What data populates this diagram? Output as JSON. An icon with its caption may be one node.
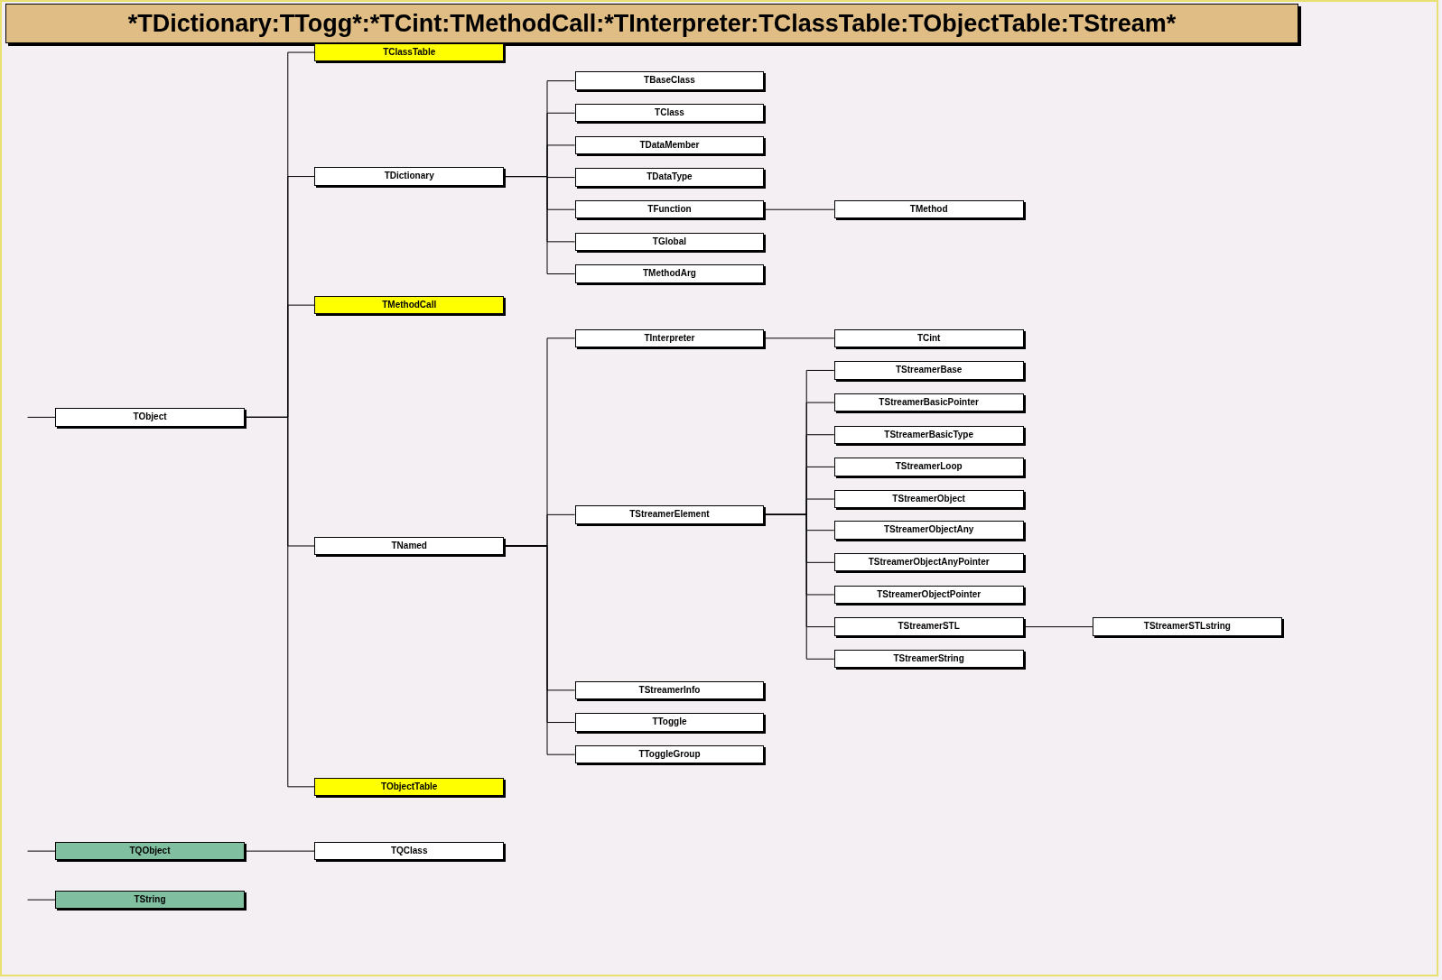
{
  "diagram": {
    "title": "*TDictionary:TTogg*:*TCint:TMethodCall:*TInterpreter:TClassTable:TObjectTable:TStream*",
    "nodes": [
      {
        "text": [
          "TObject"
        ]
      },
      {
        "text": [
          "TClassTable"
        ]
      },
      {
        "text": [
          "TDictionary"
        ]
      },
      {
        "text": [
          "TBaseClass"
        ]
      },
      {
        "text": [
          "TClass"
        ]
      },
      {
        "text": [
          "TDataMember"
        ]
      },
      {
        "text": [
          "TDataType"
        ]
      },
      {
        "text": [
          "TFunction"
        ]
      },
      {
        "text": [
          "TMethod"
        ]
      },
      {
        "text": [
          "TGlobal"
        ]
      },
      {
        "text": [
          "TMethodArg"
        ]
      },
      {
        "text": [
          "TMethodCall"
        ]
      },
      {
        "text": [
          "TNamed"
        ]
      },
      {
        "text": [
          "TInterpreter"
        ]
      },
      {
        "text": [
          "TCint"
        ]
      },
      {
        "text": [
          "TStreamerElement"
        ]
      },
      {
        "text": [
          "TStreamerBase"
        ]
      },
      {
        "text": [
          "TStreamerBasicPointer"
        ]
      },
      {
        "text": [
          "TStreamerBasicType"
        ]
      },
      {
        "text": [
          "TStreamerLoop"
        ]
      },
      {
        "text": [
          "TStreamerObject"
        ]
      },
      {
        "text": [
          "TStreamerObjectAny"
        ]
      },
      {
        "text": [
          "TStreamerObjectAnyPointer"
        ]
      },
      {
        "text": [
          "TStreamerObjectPointer"
        ]
      },
      {
        "text": [
          "TStreamerSTL"
        ]
      },
      {
        "text": [
          "TStreamerSTLstring"
        ]
      },
      {
        "text": [
          "TStreamerString"
        ]
      },
      {
        "text": [
          "TStreamerInfo"
        ]
      },
      {
        "text": [
          "TToggle"
        ]
      },
      {
        "text": [
          "TToggleGroup"
        ]
      },
      {
        "text": [
          "TObjectTable"
        ]
      },
      {
        "text": [
          "TQObject"
        ]
      },
      {
        "text": [
          "TQClass"
        ]
      },
      {
        "text": [
          "TString"
        ]
      }
    ],
    "edges": [
      {
        "from": null,
        "to": 0,
        "arrow": "none"
      },
      {
        "from": 0,
        "to": 1,
        "arrow": "none"
      },
      {
        "from": 0,
        "to": 2,
        "arrow": "none"
      },
      {
        "from": 0,
        "to": 11,
        "arrow": "none"
      },
      {
        "from": 0,
        "to": 12,
        "arrow": "none"
      },
      {
        "from": 0,
        "to": 30,
        "arrow": "none"
      },
      {
        "from": 2,
        "to": 3,
        "arrow": "none"
      },
      {
        "from": 2,
        "to": 4,
        "arrow": "none"
      },
      {
        "from": 2,
        "to": 5,
        "arrow": "none"
      },
      {
        "from": 2,
        "to": 6,
        "arrow": "none"
      },
      {
        "from": 2,
        "to": 7,
        "arrow": "none"
      },
      {
        "from": 2,
        "to": 9,
        "arrow": "none"
      },
      {
        "from": 2,
        "to": 10,
        "arrow": "none"
      },
      {
        "from": 7,
        "to": 8,
        "arrow": "none"
      },
      {
        "from": 12,
        "to": 13,
        "arrow": "none"
      },
      {
        "from": 12,
        "to": 15,
        "arrow": "none"
      },
      {
        "from": 12,
        "to": 27,
        "arrow": "none"
      },
      {
        "from": 12,
        "to": 28,
        "arrow": "none"
      },
      {
        "from": 12,
        "to": 29,
        "arrow": "none"
      },
      {
        "from": 13,
        "to": 14,
        "arrow": "none"
      },
      {
        "from": 15,
        "to": 16,
        "arrow": "none"
      },
      {
        "from": 15,
        "to": 17,
        "arrow": "none"
      },
      {
        "from": 15,
        "to": 18,
        "arrow": "none"
      },
      {
        "from": 15,
        "to": 19,
        "arrow": "none"
      },
      {
        "from": 15,
        "to": 20,
        "arrow": "none"
      },
      {
        "from": 15,
        "to": 21,
        "arrow": "none"
      },
      {
        "from": 15,
        "to": 22,
        "arrow": "none"
      },
      {
        "from": 15,
        "to": 23,
        "arrow": "none"
      },
      {
        "from": 15,
        "to": 24,
        "arrow": "none"
      },
      {
        "from": 15,
        "to": 26,
        "arrow": "none"
      },
      {
        "from": 24,
        "to": 25,
        "arrow": "none"
      },
      {
        "from": null,
        "to": 31,
        "arrow": "none"
      },
      {
        "from": 31,
        "to": 32,
        "arrow": "none"
      },
      {
        "from": null,
        "to": 33,
        "arrow": "none"
      }
    ]
  }
}
